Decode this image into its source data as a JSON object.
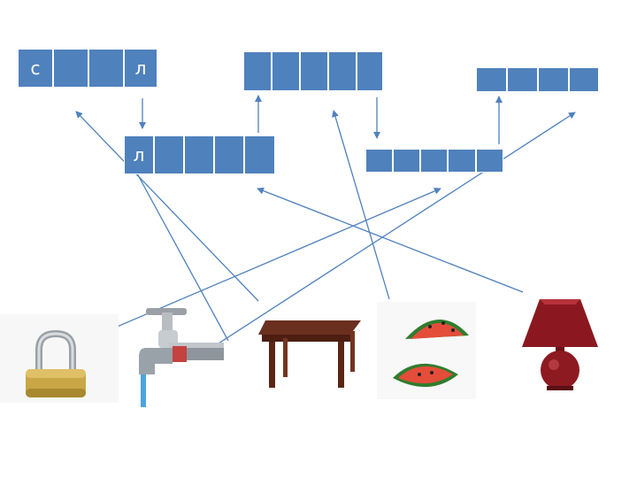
{
  "colors": {
    "cell": "#4f81bd",
    "arrow": "#4f81bd"
  },
  "word_rows": [
    {
      "id": "row1",
      "letters": [
        "с",
        "",
        "",
        "л"
      ]
    },
    {
      "id": "row2",
      "letters": [
        "л",
        "",
        "",
        "",
        ""
      ]
    },
    {
      "id": "row3",
      "letters": [
        "",
        "",
        "",
        "",
        ""
      ]
    },
    {
      "id": "row4",
      "letters": [
        "",
        "",
        "",
        "",
        ""
      ]
    },
    {
      "id": "row5",
      "letters": [
        "",
        "",
        "",
        ""
      ]
    }
  ],
  "pictures": [
    {
      "id": "padlock",
      "icon": "padlock-icon"
    },
    {
      "id": "faucet",
      "icon": "faucet-icon"
    },
    {
      "id": "table",
      "icon": "table-icon"
    },
    {
      "id": "watermelon",
      "icon": "watermelon-icon"
    },
    {
      "id": "lamp",
      "icon": "lamp-icon"
    }
  ]
}
